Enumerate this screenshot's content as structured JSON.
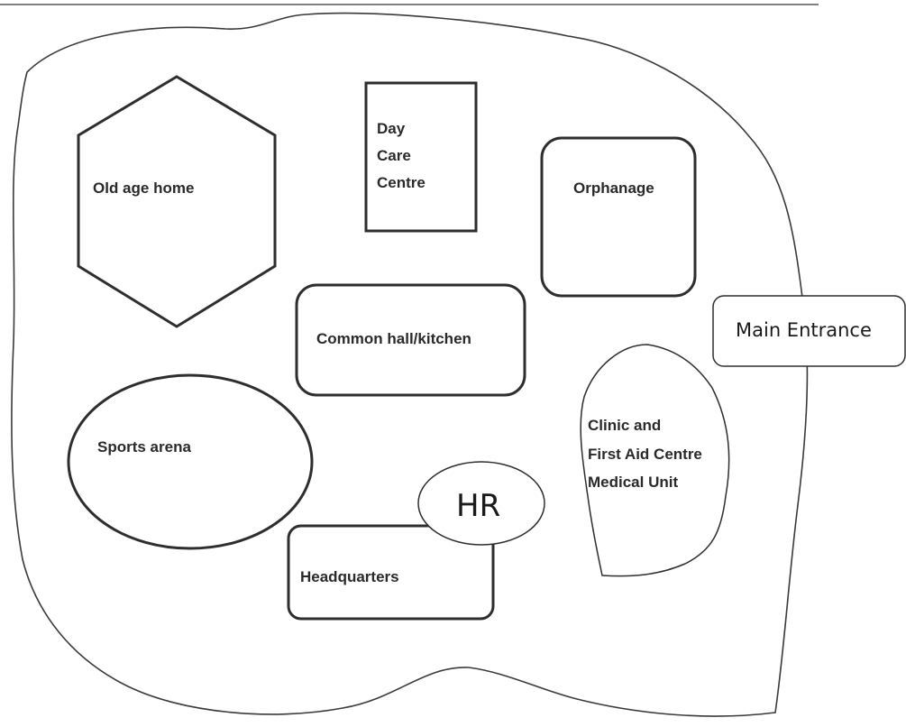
{
  "map": {
    "buildings": {
      "old_age_home": "Old age home",
      "day_care": [
        "Day",
        "Care",
        "Centre"
      ],
      "orphanage": "Orphanage",
      "common_hall": "Common hall/kitchen",
      "sports_arena": "Sports arena",
      "clinic": [
        "Clinic and",
        "First Aid Centre",
        "Medical Unit"
      ],
      "headquarters": "Headquarters",
      "hr": "HR",
      "main_entrance": "Main Entrance"
    },
    "colors": {
      "stroke": "#2e2e2e",
      "text": "#2a2a2a",
      "background": "#ffffff"
    }
  }
}
